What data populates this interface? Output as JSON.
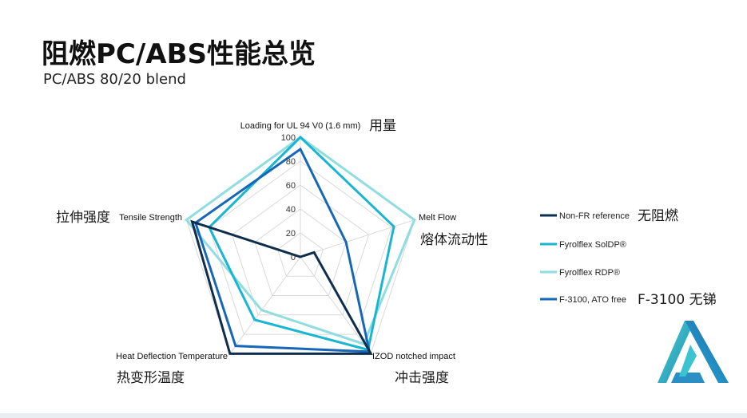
{
  "header": {
    "title": "阻燃PC/ABS性能总览",
    "subtitle": "PC/ABS 80/20 blend"
  },
  "chart_data": {
    "type": "radar",
    "axes": [
      "Loading for UL 94 V0 (1.6 mm)",
      "Melt Flow",
      "IZOD notched impact",
      "Heat Deflection Temperature",
      "Tensile Strength"
    ],
    "axes_cn": [
      "用量",
      "熔体流动性",
      "冲击强度",
      "热变形温度",
      "拉伸强度"
    ],
    "rlim": [
      0,
      100
    ],
    "ticks": [
      "0",
      "20",
      "40",
      "60",
      "80",
      "100"
    ],
    "grid": true,
    "series": [
      {
        "name": "Non-FR reference",
        "name_cn": "无阻燃",
        "color": "#0f2e4d",
        "values": [
          0,
          12,
          100,
          100,
          95
        ]
      },
      {
        "name": "Fyrolflex SolDP®",
        "name_cn": "",
        "color": "#19b6d2",
        "values": [
          100,
          82,
          96,
          65,
          80
        ]
      },
      {
        "name": "Fyrolflex RDP®",
        "name_cn": "",
        "color": "#8fdde0",
        "values": [
          100,
          100,
          90,
          55,
          100
        ]
      },
      {
        "name": "F-3100, ATO free",
        "name_cn": "F-3100 无锑",
        "color": "#1667b8",
        "values": [
          90,
          40,
          98,
          92,
          92
        ]
      }
    ]
  },
  "logo": {
    "name": "triangle-logo"
  }
}
